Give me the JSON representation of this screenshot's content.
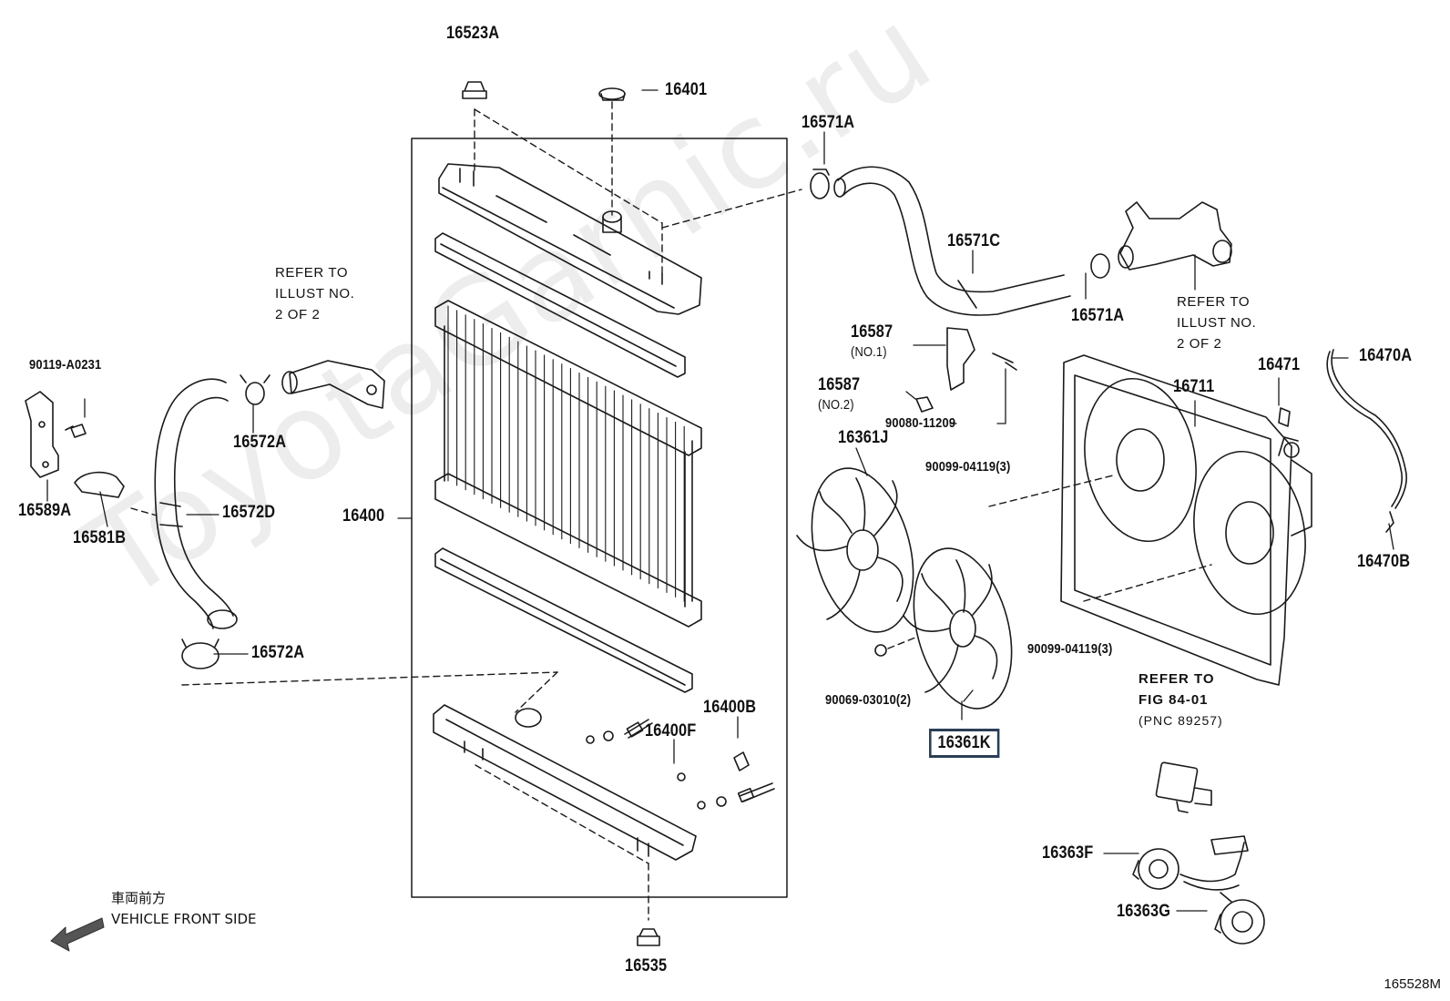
{
  "watermark": "ToyotaGarnic.ru",
  "diagram_code": "165528M",
  "vehicle_front": {
    "jp": "車両前方",
    "en": "VEHICLE FRONT SIDE"
  },
  "highlighted_part": "16361K",
  "labels": {
    "p16523A": "16523A",
    "p16401": "16401",
    "p16571A_top": "16571A",
    "p16571C": "16571C",
    "p16571A_right": "16571A",
    "p16587_1": "16587",
    "p16587_1_sub": "(NO.1)",
    "p16587_2": "16587",
    "p16587_2_sub": "(NO.2)",
    "p90080_11209": "90080-11209",
    "p16361J": "16361J",
    "p90099_top": "90099-04119(3)",
    "p90099_bottom": "90099-04119(3)",
    "p16711": "16711",
    "p16471": "16471",
    "p16470A": "16470A",
    "p16470B": "16470B",
    "p90119": "90119-A0231",
    "p16589A": "16589A",
    "p16581B": "16581B",
    "p16572A_top": "16572A",
    "p16572D": "16572D",
    "p16572A_bottom": "16572A",
    "p16400": "16400",
    "p16400B": "16400B",
    "p16400F": "16400F",
    "p16535": "16535",
    "p90069": "90069-03010(2)",
    "p16361K": "16361K",
    "p16363F": "16363F",
    "p16363G": "16363G"
  },
  "refs": {
    "left": [
      "REFER TO",
      "ILLUST NO.",
      "2 OF 2"
    ],
    "right": [
      "REFER TO",
      "ILLUST NO.",
      "2 OF 2"
    ],
    "fig": [
      "REFER TO",
      "FIG 84-01",
      "(PNC 89257)"
    ]
  }
}
